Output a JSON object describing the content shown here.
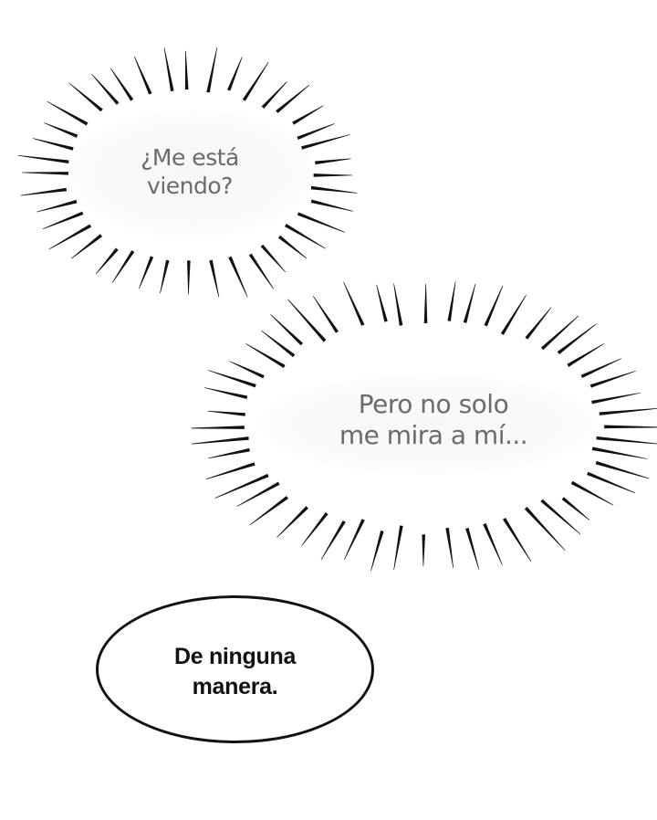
{
  "panel": {
    "background_color": "#ffffff"
  },
  "bubbles": [
    {
      "type": "burst-thought",
      "text": "¿Me está\nviendo?",
      "text_color": "#6b6b6b"
    },
    {
      "type": "burst-thought",
      "text": "Pero no solo\nme mira a mí...",
      "text_color": "#6b6b6b"
    },
    {
      "type": "speech-ellipse",
      "text": "De ninguna\nmanera.",
      "text_color": "#111111",
      "border_color": "#111111"
    }
  ]
}
